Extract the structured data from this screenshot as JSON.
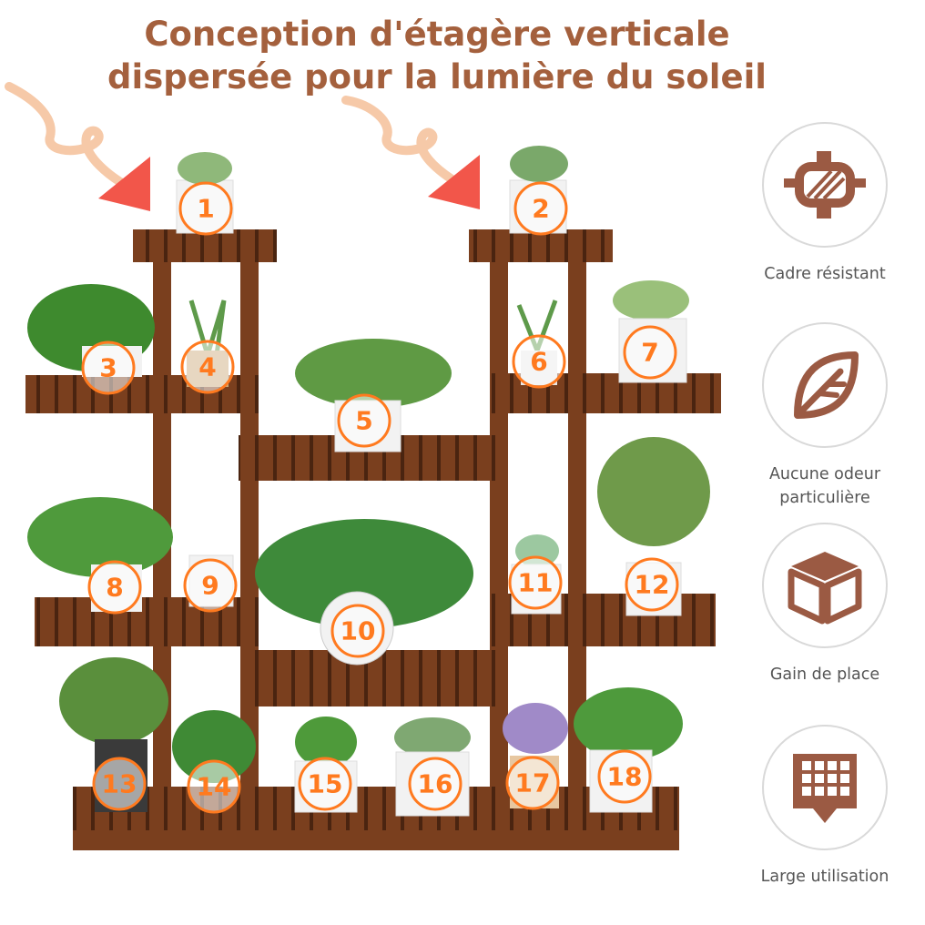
{
  "title": {
    "line1": "Conception d'étagère verticale",
    "line2": "dispersée pour la lumière du soleil"
  },
  "pot_numbers": [
    "1",
    "2",
    "3",
    "4",
    "5",
    "6",
    "7",
    "8",
    "9",
    "10",
    "11",
    "12",
    "13",
    "14",
    "15",
    "16",
    "17",
    "18"
  ],
  "features": [
    {
      "icon": "frame-icon",
      "label": "Cadre résistant"
    },
    {
      "icon": "leaf-icon",
      "label": "Aucune odeur particulière"
    },
    {
      "icon": "box-icon",
      "label": "Gain de place"
    },
    {
      "icon": "grid-icon",
      "label": "Large utilisation"
    }
  ],
  "colors": {
    "title": "#a4603d",
    "wood": "#7a3f1e",
    "accent": "#ff7a1f",
    "arrow": "#f2564a",
    "icon": "#9b5a43"
  }
}
